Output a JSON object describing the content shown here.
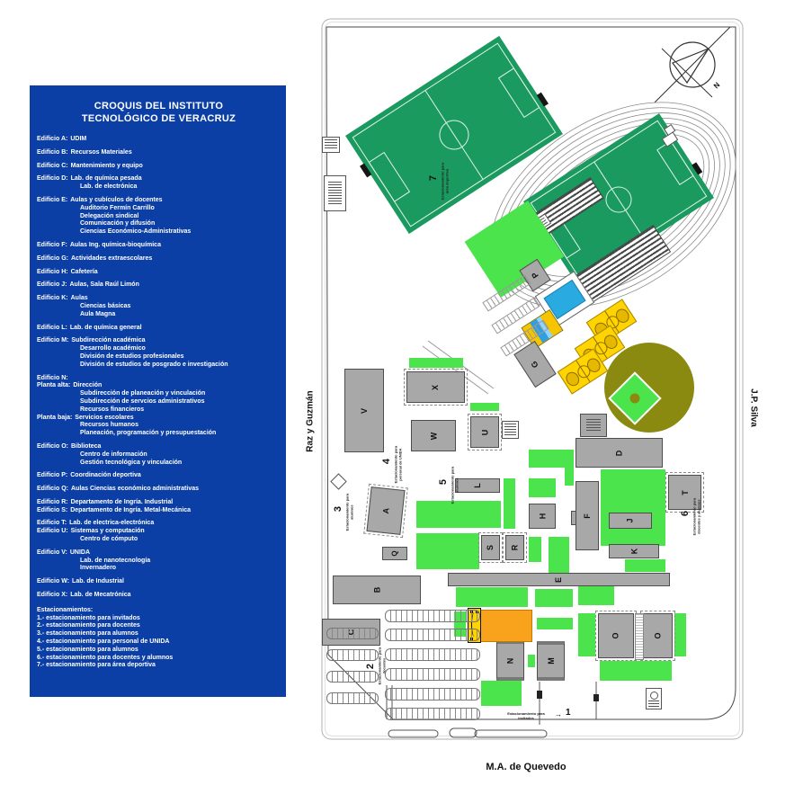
{
  "legend": {
    "title_line1": "CROQUIS DEL INSTITUTO",
    "title_line2": "TECNOLÓGICO DE VERACRUZ",
    "entries": [
      {
        "label": "Edificio A:",
        "lines": [
          "UDIM"
        ]
      },
      {
        "label": "Edificio B:",
        "lines": [
          "Recursos Materiales"
        ]
      },
      {
        "label": "Edificio C:",
        "lines": [
          "Mantenimiento y equipo"
        ]
      },
      {
        "label": "Edificio D:",
        "lines": [
          "Lab. de química pesada",
          "Lab. de electrónica"
        ]
      },
      {
        "label": "Edificio E:",
        "lines": [
          "Aulas y cubículos de docentes",
          "Auditorio Fermín Carrillo",
          "Delegación sindical",
          "Comunicación y difusión",
          "Ciencias Económico-Administrativas"
        ]
      },
      {
        "label": "Edificio F:",
        "lines": [
          "Aulas Ing. química-bioquímica"
        ]
      },
      {
        "label": "Edificio G:",
        "lines": [
          "Actividades extraescolares"
        ]
      },
      {
        "label": "Edificio H:",
        "lines": [
          "Cafetería"
        ]
      },
      {
        "label": "Edificio J:",
        "lines": [
          "Aulas, Sala Raúl Limón"
        ]
      },
      {
        "label": "Edificio K:",
        "lines": [
          "Aulas",
          "Ciencias básicas",
          "Aula Magna"
        ]
      },
      {
        "label": "Edificio L:",
        "lines": [
          "Lab. de química general"
        ]
      },
      {
        "label": "Edificio M:",
        "lines": [
          "Subdirección académica",
          "Desarrollo académico",
          "División de estudios profesionales",
          "División de estudios de posgrado e investigación"
        ]
      },
      {
        "label": "Edificio N:",
        "lines": []
      },
      {
        "label": "Planta alta:",
        "lines": [
          "Dirección",
          "Subdirección de planeación y vinculación",
          "Subdirección de servcios administrativos",
          "Recursos financieros"
        ],
        "tight": true
      },
      {
        "label": "Planta baja:",
        "lines": [
          "Servicios escolares",
          "Recursos humanos",
          "Planeación, programación y presupuestación"
        ],
        "tight": true
      },
      {
        "label": "Edificio O:",
        "lines": [
          "Biblioteca",
          "Centro de información",
          "Gestión tecnológica y vinculación"
        ]
      },
      {
        "label": "Edificio P:",
        "lines": [
          "Coordinación deportiva"
        ]
      },
      {
        "label": "Edificio Q:",
        "lines": [
          "Aulas Ciencias económico administrativas"
        ]
      },
      {
        "label": "Edificio R:",
        "lines": [
          "Departamento de Ingría. Industrial"
        ]
      },
      {
        "label": "Edificio S:",
        "lines": [
          "Departamento de Ingría. Metal-Mecánica"
        ],
        "tight": true
      },
      {
        "label": "Edificio T:",
        "lines": [
          "Lab. de electrica-electrónica"
        ]
      },
      {
        "label": "Edificio U:",
        "lines": [
          "Sistemas y computación",
          "Centro de cómputo"
        ],
        "tight": true
      },
      {
        "label": "Edificio V:",
        "lines": [
          "UNIDA",
          "Lab. de nanotecnología",
          "Invernadero"
        ]
      },
      {
        "label": "Edificio W:",
        "lines": [
          "Lab. de Industrial"
        ]
      },
      {
        "label": "Edificio X:",
        "lines": [
          "Lab. de Mecatrónica"
        ]
      }
    ],
    "parking_title": "Estacionamientos:",
    "parking_items": [
      "1.- estacionamiento para invitados",
      "2.- estacionamiento para docentes",
      "3.- estacionamiento para alumnos",
      "4.- estacionamiento para personal de UNIDA",
      "5.- estacionamiento para alumnos",
      "6.- estacionamiento para docentes y alumnos",
      "7.- estacionamiento para área deportiva"
    ]
  },
  "map": {
    "streets": {
      "left": "Raz y Guzmán",
      "right": "J.P. Silva",
      "bottom": "M.A. de Quevedo"
    },
    "compass_label": "N",
    "buildings": {
      "A": "A",
      "B": "B",
      "C": "C",
      "D": "D",
      "E": "E",
      "F": "F",
      "G": "G",
      "H": "H",
      "J": "J",
      "K": "K",
      "L": "L",
      "M": "M",
      "N": "N",
      "O1": "O",
      "O2": "O",
      "P": "P",
      "Q": "Q",
      "R": "R",
      "S": "S",
      "T": "T",
      "U": "U",
      "V": "V",
      "W": "W",
      "X": "X"
    },
    "parking_numbers": {
      "p1": "1",
      "p2": "2",
      "p3": "3",
      "p4": "4",
      "p5": "5",
      "p6": "6",
      "p7": "7"
    },
    "parking_captions": {
      "p1": "Estacionamiento para invitados",
      "p2": "Estacionamiento para docentes",
      "p3": "Estacionamiento para alumnos",
      "p4": "Estacionamiento para personal de UNIDA",
      "p5": "Estacionamiento para alumnos",
      "p6": "Estacionamiento para docentes y alumnos",
      "p7": "Estacionamiento para área deportiva"
    }
  },
  "colors": {
    "legend_bg": "#0c3fa6",
    "field_green": "#1b9a60",
    "lawn_green": "#4ce44c",
    "pool_blue": "#29abe2",
    "court_yellow": "#ffd400",
    "auditorium_orange": "#f9a21b",
    "baseball_olive": "#8a8a10",
    "building_gray": "#a8a8a8"
  }
}
